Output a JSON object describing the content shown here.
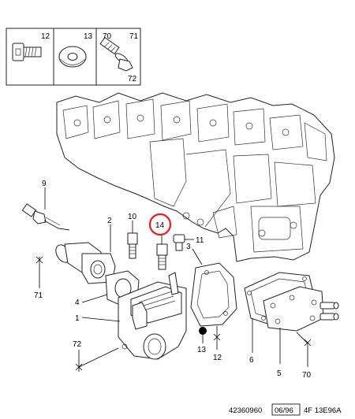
{
  "legend_box": {
    "items": [
      {
        "label": "12",
        "icon": "bolt-socket-head-icon"
      },
      {
        "label": "13",
        "icon": "washer-icon"
      },
      {
        "label": "70",
        "icon": "flange-bolt-icon"
      },
      {
        "label": "71",
        "icon": "flange-bolt-icon"
      },
      {
        "label": "72",
        "icon": "flange-bolt-icon"
      }
    ]
  },
  "callouts": {
    "c1": "1",
    "c2": "2",
    "c3": "3",
    "c4": "4",
    "c5": "5",
    "c6": "6",
    "c9": "9",
    "c10": "10",
    "c11": "11",
    "c12": "12",
    "c13": "13",
    "c14": "14",
    "c70": "70",
    "c71": "71",
    "c72": "72"
  },
  "highlight_color": "#e02020",
  "footer": {
    "ref": "42360960",
    "date": "06/96",
    "code": "4F 13E96A"
  }
}
